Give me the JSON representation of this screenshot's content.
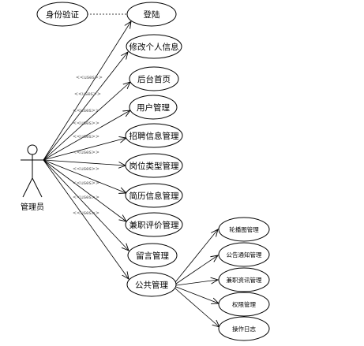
{
  "actor": {
    "label": "管理员"
  },
  "identity": {
    "label": "身份验证"
  },
  "use_cases": [
    {
      "label": "登陆"
    },
    {
      "label": "修改个人信息"
    },
    {
      "label": "后台首页"
    },
    {
      "label": "用户管理"
    },
    {
      "label": "招聘信息管理"
    },
    {
      "label": "岗位类型管理"
    },
    {
      "label": "简历信息管理"
    },
    {
      "label": "兼职评价管理"
    },
    {
      "label": "留言管理"
    },
    {
      "label": "公共管理"
    }
  ],
  "uses_label": "<<uses>>",
  "sub_cases": [
    {
      "label": "轮播图管理"
    },
    {
      "label": "公告通知管理"
    },
    {
      "label": "兼职资讯管理"
    },
    {
      "label": "权限管理"
    },
    {
      "label": "操作日志"
    }
  ]
}
